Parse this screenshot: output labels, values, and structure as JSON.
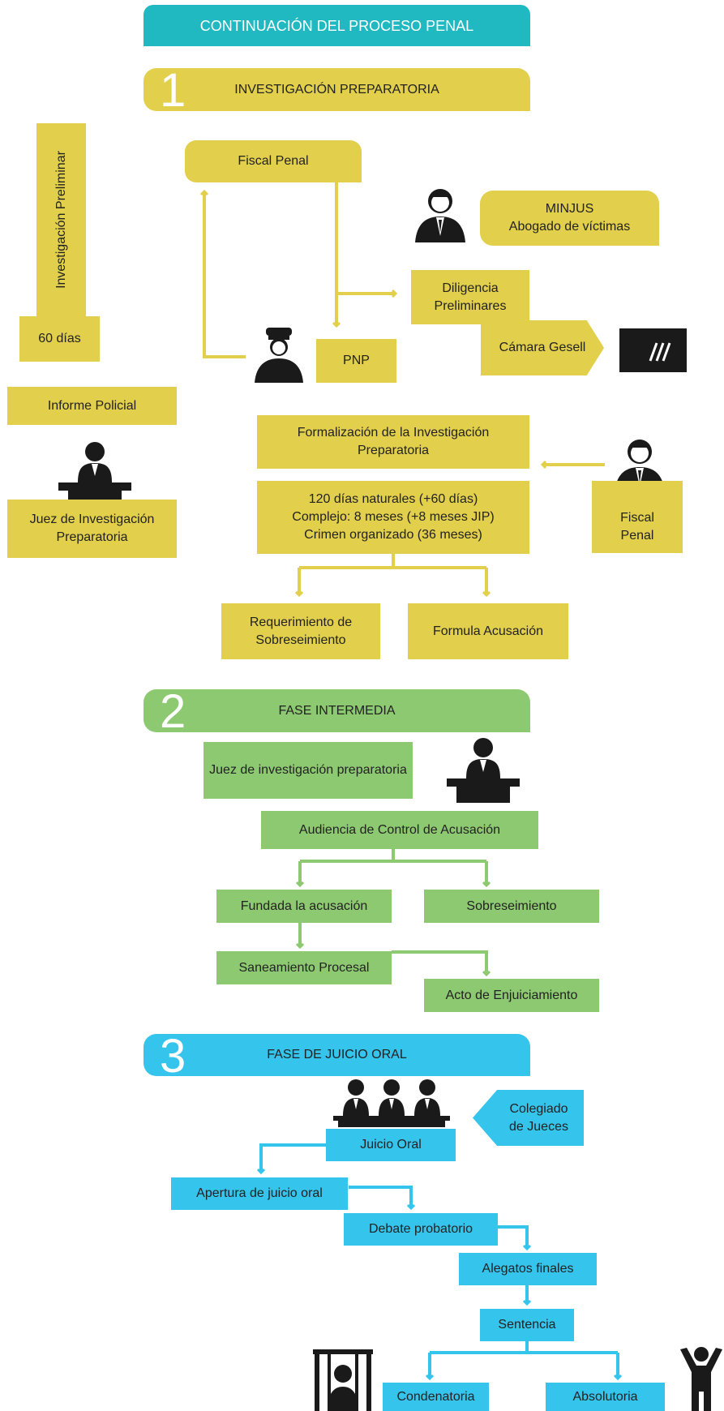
{
  "header": {
    "title": "CONTINUACIÓN DEL PROCESO PENAL"
  },
  "phase1": {
    "number": "1",
    "title": "INVESTIGACIÓN PREPARATORIA",
    "investigacion_preliminar": "Investigación Preliminar",
    "sesenta_dias": "60 días",
    "informe_policial": "Informe Policial",
    "juez_investigacion": "Juez de Investigación Preparatoria",
    "fiscal_penal": "Fiscal Penal",
    "minjus_line1": "MINJUS",
    "minjus_line2": "Abogado de víctimas",
    "diligencia": "Diligencia Preliminares",
    "camara_gesell": "Cámara Gesell",
    "pnp": "PNP",
    "formalizacion": "Formalización de la Investigación Preparatoria",
    "plazos_line1": "120 días naturales (+60 días)",
    "plazos_line2": "Complejo: 8 meses (+8 meses JIP)",
    "plazos_line3": "Crimen organizado (36 meses)",
    "fiscal_penal_2": "Fiscal Penal",
    "sobreseimiento_req": "Requerimiento de Sobreseimiento",
    "formula_acusacion": "Formula Acusación"
  },
  "phase2": {
    "number": "2",
    "title": "FASE INTERMEDIA",
    "juez": "Juez de investigación preparatoria",
    "audiencia": "Audiencia de Control de Acusación",
    "fundada": "Fundada la acusación",
    "sobreseimiento": "Sobreseimiento",
    "saneamiento": "Saneamiento Procesal",
    "acto": "Acto de Enjuiciamiento"
  },
  "phase3": {
    "number": "3",
    "title": "FASE DE JUICIO ORAL",
    "colegiado_line1": "Colegiado",
    "colegiado_line2": "de Jueces",
    "juicio_oral": "Juicio Oral",
    "apertura": "Apertura de juicio oral",
    "debate": "Debate probatorio",
    "alegatos": "Alegatos finales",
    "sentencia": "Sentencia",
    "condenatoria": "Condenatoria",
    "absolutoria": "Absolutoria"
  },
  "colors": {
    "header": "#20b9c1",
    "phase1": "#e2cf4b",
    "phase2": "#8dc970",
    "phase3": "#35c4ec",
    "icon": "#1a1a1a"
  }
}
